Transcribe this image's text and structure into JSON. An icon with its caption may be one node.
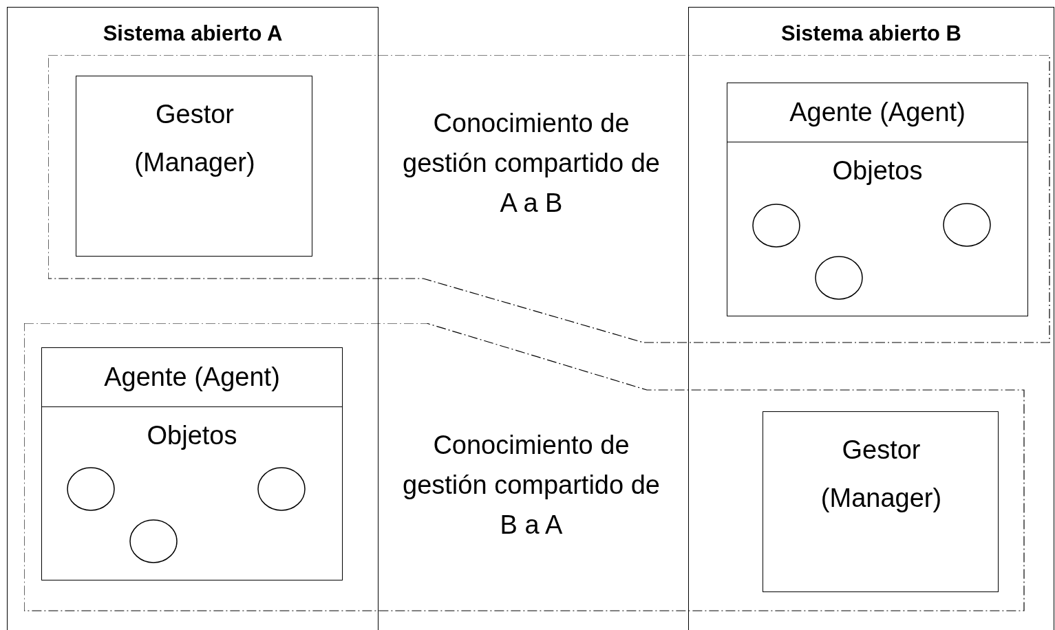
{
  "diagram": {
    "nodes": [
      {
        "text": [
          "Sistema abierto A"
        ]
      },
      {
        "text": [
          "Sistema abierto B"
        ]
      },
      {
        "text": [
          "Conocimiento de gestión compartido de A a B"
        ]
      },
      {
        "text": [
          "Gestor (Manager)"
        ]
      },
      {
        "text": [
          "Agente (Agent)",
          "Objetos"
        ]
      },
      {
        "text": [],
        "shape": "circle",
        "in": 4
      },
      {
        "text": [],
        "shape": "circle",
        "in": 4
      },
      {
        "text": [],
        "shape": "circle",
        "in": 4
      },
      {
        "text": [
          "Conocimiento de gestión compartido de B a A"
        ]
      },
      {
        "text": [
          "Agente (Agent)",
          "Objetos"
        ]
      },
      {
        "text": [],
        "shape": "circle",
        "in": 9
      },
      {
        "text": [],
        "shape": "circle",
        "in": 9
      },
      {
        "text": [],
        "shape": "circle",
        "in": 9
      },
      {
        "text": [
          "Gestor (Manager)"
        ]
      }
    ],
    "edges": []
  }
}
